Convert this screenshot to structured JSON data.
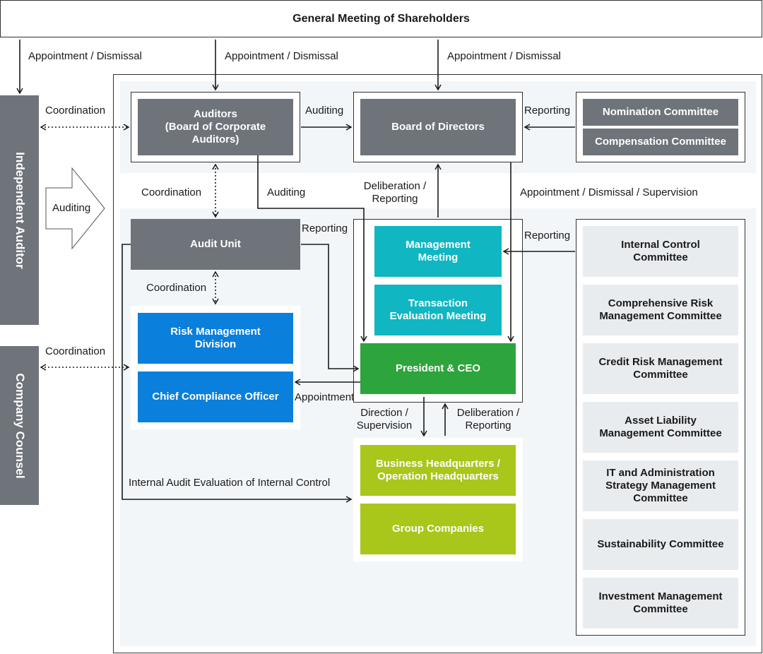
{
  "top": {
    "shareholders": "General Meeting of Shareholders"
  },
  "sidebar": {
    "independent_auditor": "Independent Auditor",
    "company_counsel": "Company Counsel"
  },
  "boxes": {
    "auditors": "Auditors\n(Board of Corporate\nAuditors)",
    "board": "Board of Directors",
    "nomination": "Nomination Committee",
    "compensation": "Compensation Committee",
    "audit_unit": "Audit Unit",
    "risk_mgmt": "Risk Management\nDivision",
    "cco": "Chief Compliance Officer",
    "mgmt_meeting": "Management\nMeeting",
    "transaction_meeting": "Transaction\nEvaluation Meeting",
    "president": "President & CEO",
    "business_hq": "Business Headquarters /\nOperation Headquarters",
    "group_companies": "Group Companies"
  },
  "committees": [
    "Internal Control\nCommittee",
    "Comprehensive Risk\nManagement Committee",
    "Credit Risk Management\nCommittee",
    "Asset Liability\nManagement Committee",
    "IT and Administration\nStrategy Management\nCommittee",
    "Sustainability Committee",
    "Investment Management\nCommittee"
  ],
  "labels": {
    "appt1": "Appointment / Dismissal",
    "appt2": "Appointment / Dismissal",
    "appt3": "Appointment / Dismissal",
    "coord_top": "Coordination",
    "auditing_ab": "Auditing",
    "reporting_nb": "Reporting",
    "auditing_arrow": "Auditing",
    "coord_mid": "Coordination",
    "auditing_down": "Auditing",
    "delib_top": "Deliberation /\nReporting",
    "appt_sup": "Appointment / Dismissal / Supervision",
    "reporting_au": "Reporting",
    "reporting_cm": "Reporting",
    "coord_audit": "Coordination",
    "coord_counsel": "Coordination",
    "appointment_cco": "Appointment",
    "direction": "Direction /\nSupervision",
    "delib_bottom": "Deliberation /\nReporting",
    "internal_audit": "Internal Audit Evaluation of Internal Control"
  }
}
